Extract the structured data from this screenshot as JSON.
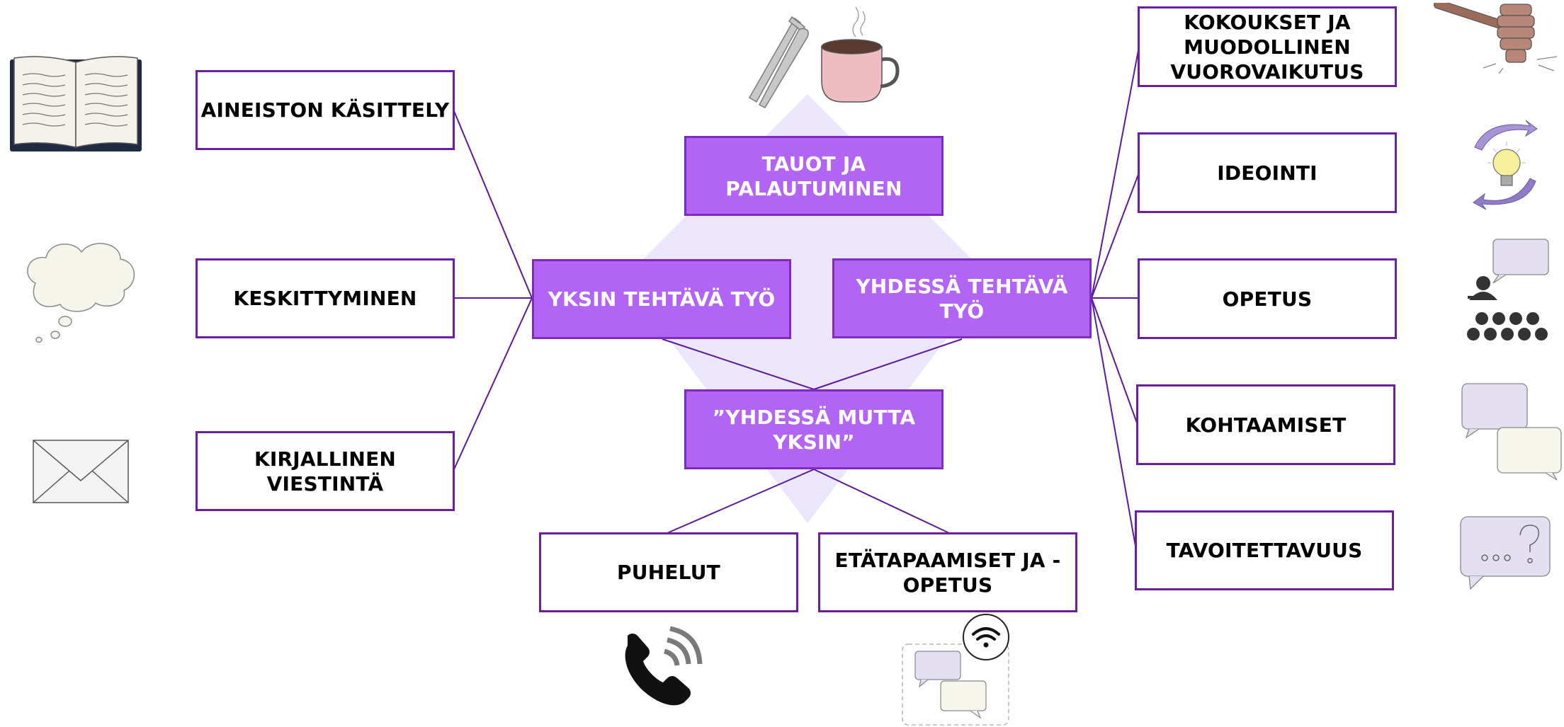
{
  "colors": {
    "accent_fill": "#b264f5",
    "accent_border": "#6a1fa0",
    "connector": "#5b1a9a",
    "diamond": "#ebe6fb",
    "bubble_lilac": "#e4dff0",
    "bubble_cream": "#f6f6ec"
  },
  "center": {
    "breaks": "TAUOT JA\nPALAUTUMINEN",
    "alone": "YKSIN TEHTÄVÄ TYÖ",
    "together": "YHDESSÄ TEHTÄVÄ\nTYÖ",
    "together_alone": "”YHDESSÄ MUTTA\nYKSIN”"
  },
  "left": {
    "items": [
      {
        "label": "AINEISTON KÄSITTELY",
        "icon": "open-book-icon"
      },
      {
        "label": "KESKITTYMINEN",
        "icon": "thought-cloud-icon"
      },
      {
        "label": "KIRJALLINEN\nVIESTINTÄ",
        "icon": "envelope-icon"
      }
    ]
  },
  "right": {
    "items": [
      {
        "label": "KOKOUKSET JA\nMUODOLLINEN\nVUOROVAIKUTUS",
        "icon": "gavel-icon"
      },
      {
        "label": "IDEOINTI",
        "icon": "lightbulb-cycle-icon"
      },
      {
        "label": "OPETUS",
        "icon": "teacher-audience-icon"
      },
      {
        "label": "KOHTAAMISET",
        "icon": "speech-bubbles-icon"
      },
      {
        "label": "TAVOITETTAVUUS",
        "icon": "question-bubble-icon"
      }
    ]
  },
  "bottom": {
    "items": [
      {
        "label": "PUHELUT",
        "icon": "phone-icon"
      },
      {
        "label": "ETÄTAPAAMISET JA -\nOPETUS",
        "icon": "remote-chat-wifi-icon"
      }
    ]
  },
  "top_icon": "cutlery-coffee-icon"
}
